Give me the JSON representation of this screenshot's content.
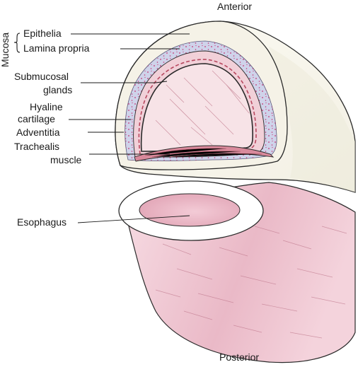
{
  "labels": {
    "anterior": "Anterior",
    "posterior": "Posterior",
    "mucosa": "Mucosa",
    "epithelia": "Epithelia",
    "lamina_propria": "Lamina propria",
    "submucosal_line1": "Submucosal",
    "submucosal_line2": "glands",
    "hyaline_line1": "Hyaline",
    "hyaline_line2": "cartilage",
    "adventitia": "Adventitia",
    "trachealis_line1": "Trachealis",
    "trachealis_line2": "muscle",
    "esophagus": "Esophagus"
  },
  "colors": {
    "outline": "#2a2a2a",
    "adventitia": "#f4f1e6",
    "cartilage": "#cfd3ea",
    "mucosa_pink": "#f3d6dc",
    "lumen": "#f6e2e6",
    "muscle": "#d98a9c",
    "dots": "#c2185b",
    "esophagus_wall": "#ecc3cf",
    "esophagus_lumen": "#eab7c5"
  },
  "icons": [
    "mucosa-brace-icon"
  ]
}
